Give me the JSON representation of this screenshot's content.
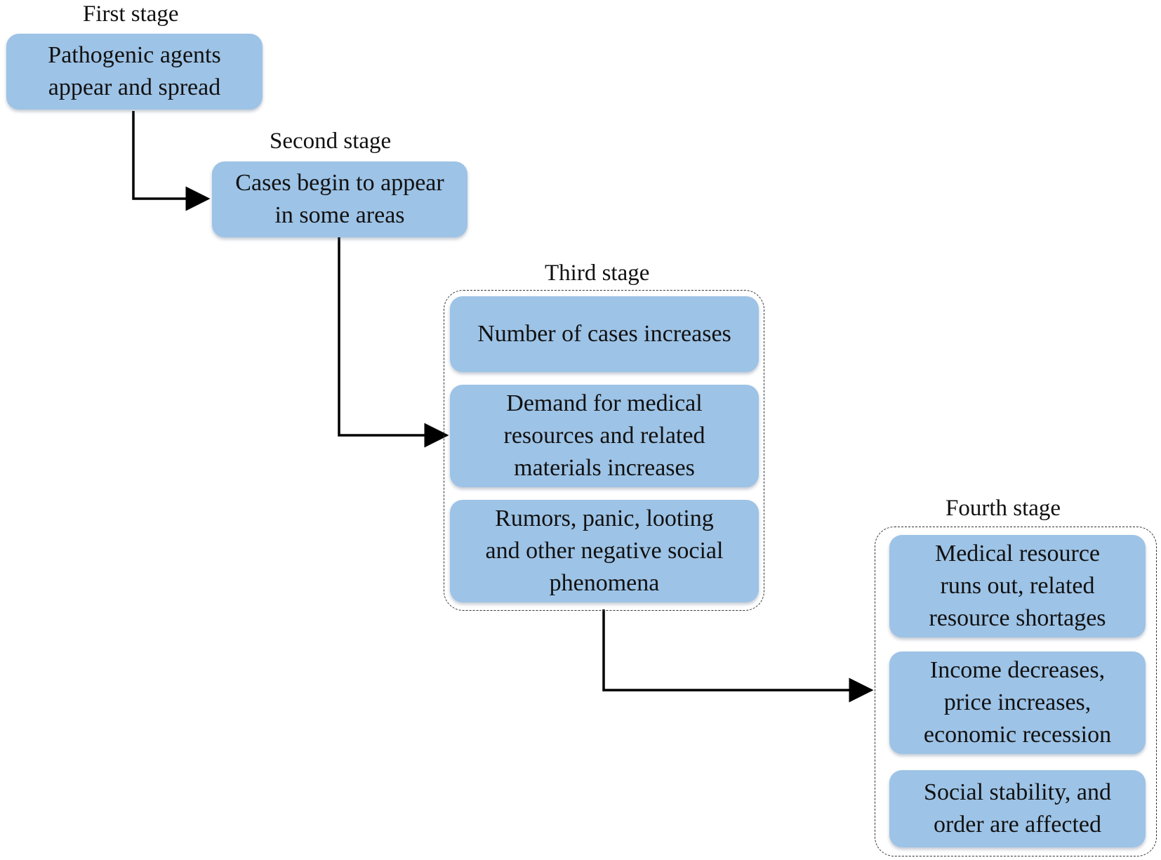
{
  "stages": [
    {
      "label": "First stage",
      "boxes": [
        {
          "lines": [
            "Pathogenic agents",
            "appear and spread"
          ]
        }
      ]
    },
    {
      "label": "Second stage",
      "boxes": [
        {
          "lines": [
            "Cases begin to appear",
            "in some areas"
          ]
        }
      ]
    },
    {
      "label": "Third stage",
      "boxes": [
        {
          "lines": [
            "Number of cases increases"
          ]
        },
        {
          "lines": [
            "Demand for medical",
            "resources and related",
            "materials increases"
          ]
        },
        {
          "lines": [
            "Rumors, panic, looting",
            "and other negative social",
            "phenomena"
          ]
        }
      ]
    },
    {
      "label": "Fourth stage",
      "boxes": [
        {
          "lines": [
            "Medical resource",
            "runs out, related",
            "resource shortages"
          ]
        },
        {
          "lines": [
            "Income decreases,",
            "price increases,",
            "economic recession"
          ]
        },
        {
          "lines": [
            "Social stability, and",
            "order are affected"
          ]
        }
      ]
    }
  ],
  "colors": {
    "box_fill": "#9dc3e6",
    "connector": "#000000",
    "group_border": "#333333"
  }
}
